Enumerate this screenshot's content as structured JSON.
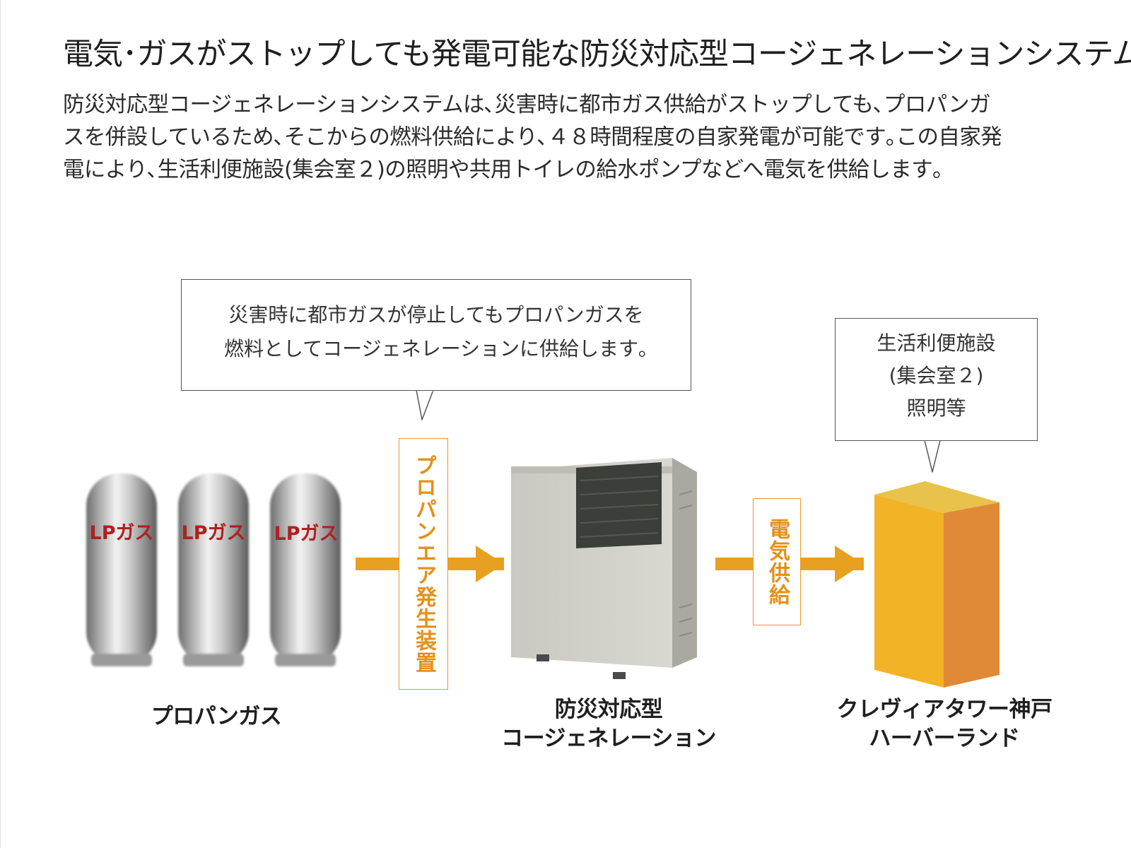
{
  "title": "電気･ガスがストップしても発電可能な防災対応型コージェネレーションシステム",
  "description": {
    "line1": "防災対応型コージェネレーションシステムは､災害時に都市ガス供給がストップしても､プロパンガ",
    "line2": "スを併設しているため､そこからの燃料供給により､４８時間程度の自家発電が可能です｡この自家発",
    "line3": "電により､生活利便施設(集会室２)の照明や共用トイレの給水ポンプなどへ電気を供給します｡"
  },
  "callout_lp": {
    "line1": "災害時に都市ガスが停止してもプロパンガスを",
    "line2": "燃料としてコージェネレーションに供給します｡"
  },
  "callout_facility": {
    "line1": "生活利便施設",
    "line2": "(集会室２)",
    "line3": "照明等"
  },
  "labels": {
    "air_generator": "プロパンエア発生装置",
    "power_supply": "電気供給"
  },
  "tanks": [
    {
      "label": "LPガス"
    },
    {
      "label": "LPガス"
    },
    {
      "label": "LPガス"
    }
  ],
  "captions": {
    "propane": "プロパンガス",
    "cogen_line1": "防災対応型",
    "cogen_line2": "コージェネレーション",
    "tower_line1": "クレヴィアタワー神戸",
    "tower_line2": "ハーバーランド"
  },
  "colors": {
    "arrow": "#e8a020",
    "tank_label": "#b02020",
    "tower_top": "#e8c24a",
    "tower_front": "#f2b327",
    "tower_side": "#e08a38",
    "cogen_body": "#cfcfc8",
    "accent_text": "#e4901a"
  },
  "icons": [
    "lp-gas-tank-icon",
    "cogeneration-unit-icon",
    "building-tower-icon",
    "arrow-right-icon"
  ]
}
